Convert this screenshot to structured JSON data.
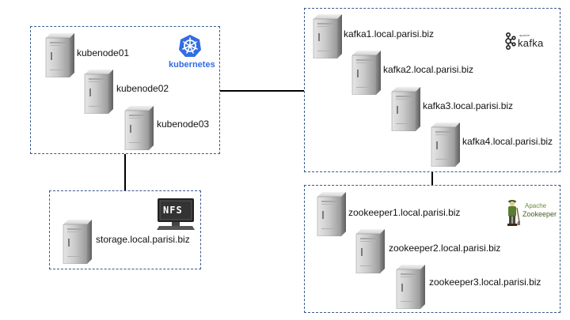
{
  "groups": {
    "kubernetes": {
      "nodes": [
        "kubenode01",
        "kubenode02",
        "kubenode03"
      ],
      "logo_text": "kubernetes",
      "logo_icon": "kubernetes-wheel-icon"
    },
    "storage": {
      "nodes": [
        "storage.local.parisi.biz"
      ],
      "logo_text": "NFS",
      "logo_icon": "nfs-monitor-icon"
    },
    "kafka": {
      "nodes": [
        "kafka1.local.parisi.biz",
        "kafka2.local.parisi.biz",
        "kafka3.local.parisi.biz",
        "kafka4.local.parisi.biz"
      ],
      "logo_text": "kafka",
      "logo_small": "apache",
      "logo_icon": "kafka-logo-icon"
    },
    "zookeeper": {
      "nodes": [
        "zookeeper1.local.parisi.biz",
        "zookeeper2.local.parisi.biz",
        "zookeeper3.local.parisi.biz"
      ],
      "logo_apache": "Apache",
      "logo_name": "Zookeeper",
      "logo_icon": "zookeeper-keeper-icon"
    }
  },
  "colors": {
    "group_border": "#3a5a8a",
    "connector": "#000000",
    "kubernetes_blue": "#326ce5"
  }
}
